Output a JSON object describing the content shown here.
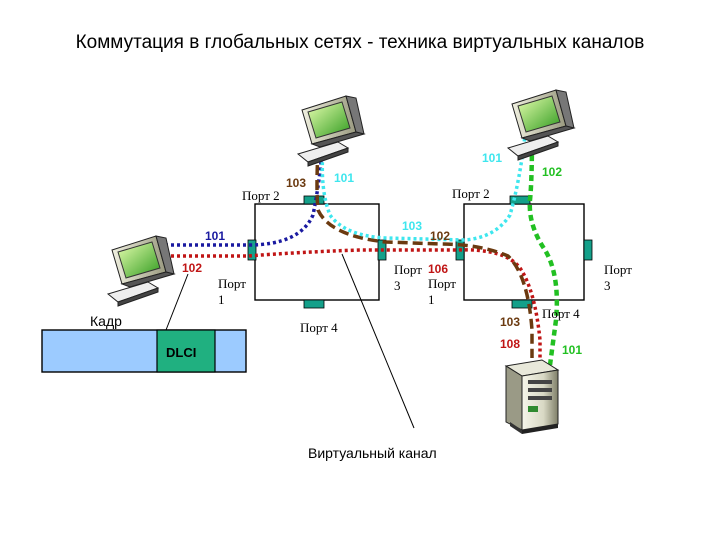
{
  "title": "Коммутация в глобальных сетях - техника виртуальных каналов",
  "labels": {
    "frame": "Кадр",
    "dlci": "DLCI",
    "virtual_channel": "Виртуальный канал"
  },
  "switches": [
    {
      "ports": {
        "p1": [
          "Порт",
          "1"
        ],
        "p2": "Порт 2",
        "p3": [
          "Порт",
          "3"
        ],
        "p4": "Порт 4"
      }
    },
    {
      "ports": {
        "p1": [
          "Порт",
          "1"
        ],
        "p2": "Порт 2",
        "p3": [
          "Порт",
          "3"
        ],
        "p4": "Порт 4"
      }
    }
  ],
  "channel_numbers": {
    "left_pc_blue": "101",
    "left_pc_red": "102",
    "top_pc1_brown": "103",
    "top_pc1_cyan": "101",
    "sw1_p3_cyan": "103",
    "sw1_p3_brown": "102",
    "sw2_p1_red": "106",
    "top_pc2_cyan": "101",
    "top_pc2_green": "102",
    "server_brown": "103",
    "server_red": "108",
    "server_green": "101"
  },
  "colors": {
    "blue": "#1a1aa0",
    "red": "#c01515",
    "brown": "#6b3a10",
    "cyan": "#3ee6ee",
    "green": "#22c022",
    "port": "#14a08a",
    "frame_fill": "#9ccbff",
    "dlci_fill": "#20b080"
  }
}
